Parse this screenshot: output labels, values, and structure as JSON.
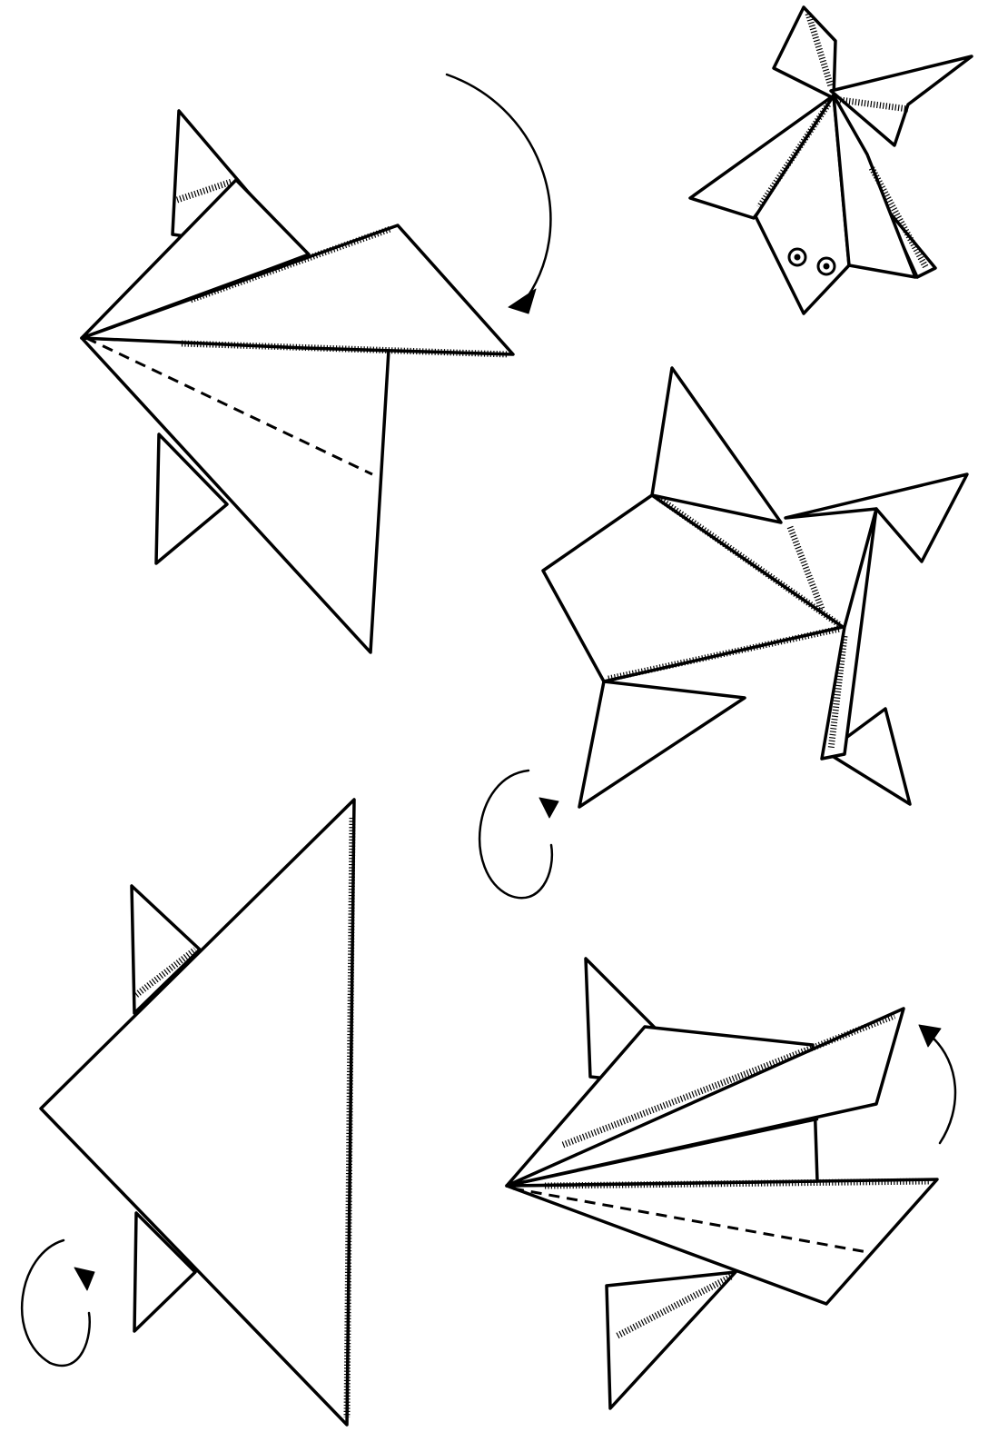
{
  "illustration": {
    "subject": "origami-frog-folding-steps",
    "line_color": "#000000",
    "background_color": "#ffffff",
    "step_order": [
      "bottom-left",
      "top-left",
      "bottom-right",
      "middle-right",
      "top-right"
    ],
    "symbols": [
      "fold-arrow-icon",
      "turn-over-arrow-icon",
      "valley-fold-dashed-line",
      "finished-frog"
    ]
  }
}
